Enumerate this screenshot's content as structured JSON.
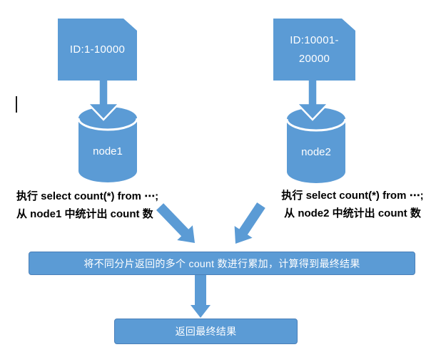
{
  "colors": {
    "shape_blue": "#5b9bd5",
    "box_border_blue": "#4a7fb8",
    "shape_text": "#ffffff",
    "note_text": "#000000"
  },
  "shard1_doc": {
    "label": "ID:1-10000"
  },
  "shard2_doc": {
    "lines": [
      "ID:10001-",
      "20000"
    ]
  },
  "node1": {
    "label": "node1"
  },
  "node2": {
    "label": "node2"
  },
  "node1_note": {
    "line1": "执行 select count(*) from ⋯;",
    "line2": "从 node1 中统计出 count 数"
  },
  "node2_note": {
    "line1": "执行 select count(*) from ⋯;",
    "line2": "从 node2 中统计出 count 数"
  },
  "merge_box": {
    "label": "将不同分片返回的多个 count 数进行累加，计算得到最终结果"
  },
  "result_box": {
    "label": "返回最终结果"
  }
}
